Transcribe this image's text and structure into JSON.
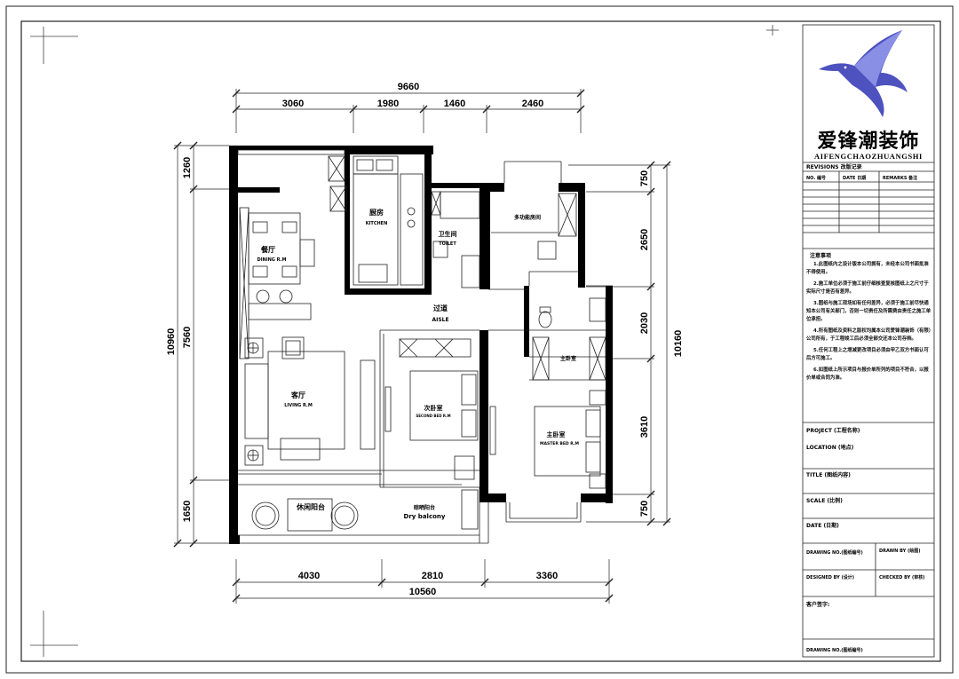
{
  "dimensions": {
    "top_total": "9660",
    "top_segments": [
      "3060",
      "1980",
      "1460",
      "2460"
    ],
    "bottom_total": "10560",
    "bottom_segments": [
      "4030",
      "2810",
      "3360"
    ],
    "left_total": "10960",
    "left_segments": [
      "1260",
      "7560",
      "1650"
    ],
    "right_total": "10160",
    "right_segments": [
      "750",
      "2650",
      "2030",
      "3610",
      "750"
    ]
  },
  "rooms": {
    "kitchen": "厨房",
    "kitchen_en": "KITCHEN",
    "dining": "餐厅",
    "dining_en": "DINING R.M",
    "toilet": "卫生间",
    "toilet_en": "TOILET",
    "multi": "多功能房间",
    "aisle": "过道",
    "aisle_en": "AISLE",
    "living": "客厅",
    "living_en": "LIVING R.M",
    "second_bed": "次卧室",
    "second_bed_en": "SECOND BED R.M",
    "master_bath": "主卧室",
    "master_bed": "主卧室",
    "master_bed_en": "MASTER BED R.M",
    "leisure_balcony": "休闲阳台",
    "dry_balcony": "晾晒阳台",
    "dry_balcony_en": "Dry balcony"
  },
  "title_block": {
    "brand_cn": "爱锋潮装饰",
    "brand_en": "AIFENGCHAOZHUANGSHI",
    "revisions": "REVISIONS 改版记录",
    "rev_headers": [
      "NO. 编号",
      "DATE 日期",
      "REMARKS 备注"
    ],
    "notes_title": "注意事项",
    "notes": [
      "1.此图纸内之设计版本公司拥有，未经本公司书面批准不得使用。",
      "2.施工单位必须于施工前仔细核查复核图纸上之尺寸于实际尺寸是否有差异。",
      "3.图纸与施工现场如有任何差异，必须于施工前尽快通知本公司有关部门，否则一切责任及所需费由责任之施工单位承担。",
      "4.所有图纸及资料之版权均属本公司爱锋潮装饰（有限）公司所有，于工程竣工后必须全部交还本公司存档。",
      "5.任何工程上之增减更改项目必须由甲乙双方书面认可后方可施工。",
      "6.如图纸上所示项目与报价单所列的项目不符合，以报价单或合同为准。"
    ],
    "project": "PROJECT (工程名称)",
    "location": "LOCATION (地点)",
    "title": "TITLE (图纸内容)",
    "scale": "SCALE (比例)",
    "date": "DATE (日期)",
    "drawing_no": "DRAWING NO.(图纸编号)",
    "drawn_by": "DRAWN BY (绘图)",
    "designed_by": "DESIGNED BY (设计)",
    "checked_by": "CHECKED BY (审核)",
    "client_sign": "客户签字:",
    "drawing_no_bottom": "DRAWING NO.(图纸编号)"
  },
  "colors": {
    "wall": "#000000",
    "line": "#222222",
    "logo": "#3a3fb8",
    "paper": "#ffffff"
  }
}
